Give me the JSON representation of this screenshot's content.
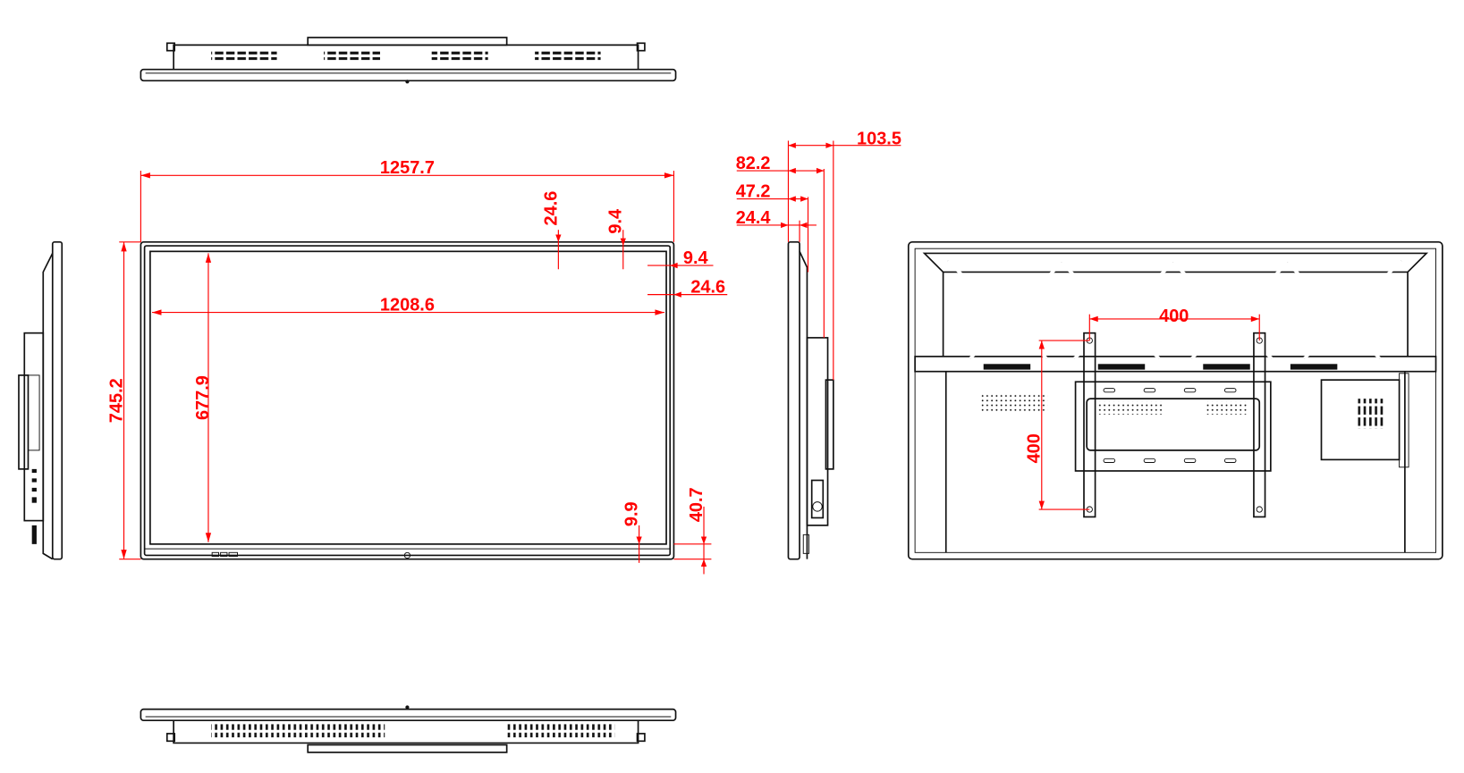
{
  "drawing": {
    "front_view": {
      "overall_width": "1257.7",
      "overall_height": "745.2",
      "active_width": "1208.6",
      "active_height": "677.9",
      "bezel_top_outer": "24.6",
      "bezel_top_inner": "9.4",
      "bezel_side_inner": "9.4",
      "bezel_side_outer": "24.6",
      "bezel_bottom_inner": "9.9",
      "bezel_bottom_outer": "40.7"
    },
    "side_view": {
      "depth_total": "103.5",
      "depth_bracket": "82.2",
      "depth_body": "47.2",
      "depth_panel": "24.4"
    },
    "back_view": {
      "vesa_horizontal": "400",
      "vesa_vertical": "400"
    },
    "colors": {
      "lines": "#111111",
      "dimensions": "#ff0000"
    }
  }
}
